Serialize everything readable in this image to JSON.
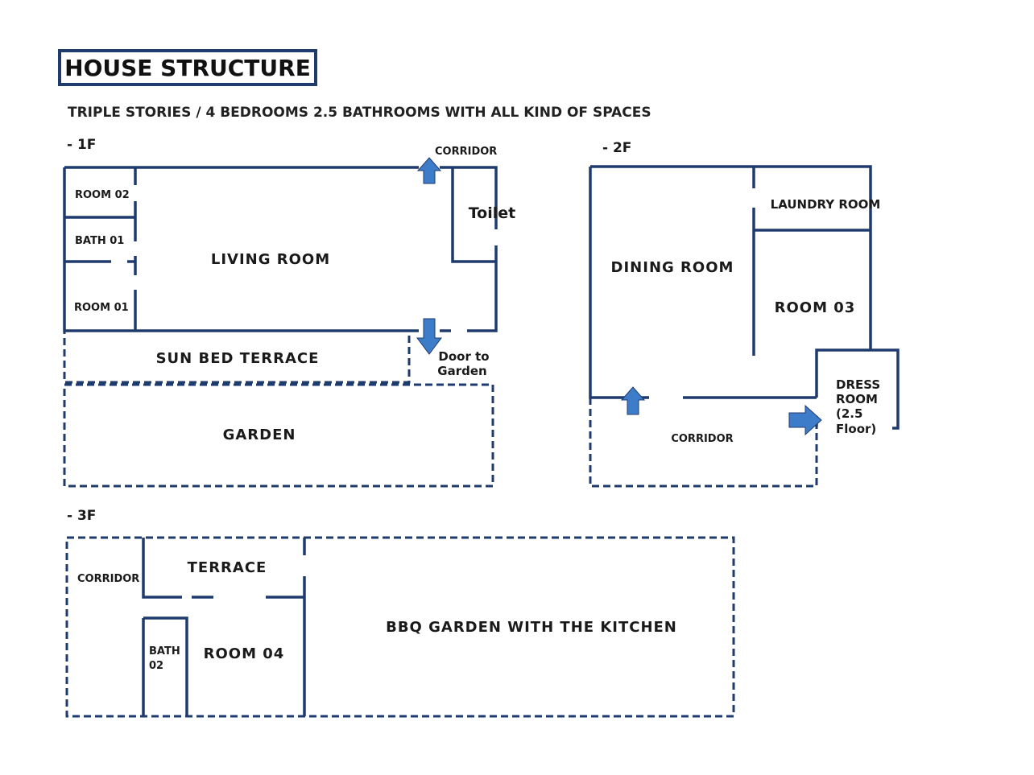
{
  "title": "HOUSE STRUCTURE",
  "subtitle": "TRIPLE STORIES / 4 BEDROOMS 2.5 BATHROOMS WITH ALL KIND OF SPACES",
  "floor1": {
    "label": "- 1F",
    "room02": "ROOM 02",
    "bath01": "BATH 01",
    "room01": "ROOM 01",
    "living_room": "LIVING ROOM",
    "toilet": "Toilet",
    "corridor": "CORRIDOR",
    "sun_bed_terrace": "SUN BED TERRACE",
    "door_line1": "Door to",
    "door_line2": "Garden",
    "garden": "GARDEN"
  },
  "floor2": {
    "label": "- 2F",
    "laundry_room": "LAUNDRY ROOM",
    "dining_room": "DINING ROOM",
    "room03": "ROOM 03",
    "dress_line1": "DRESS",
    "dress_line2": "ROOM",
    "dress_line3": "(2.5",
    "dress_line4": "Floor)",
    "corridor": "CORRIDOR"
  },
  "floor3": {
    "label": "- 3F",
    "corridor": "CORRIDOR",
    "terrace": "TERRACE",
    "bath02_line1": "BATH",
    "bath02_line2": "02",
    "room04": "ROOM 04",
    "bbq": "BBQ GARDEN WITH THE KITCHEN"
  }
}
